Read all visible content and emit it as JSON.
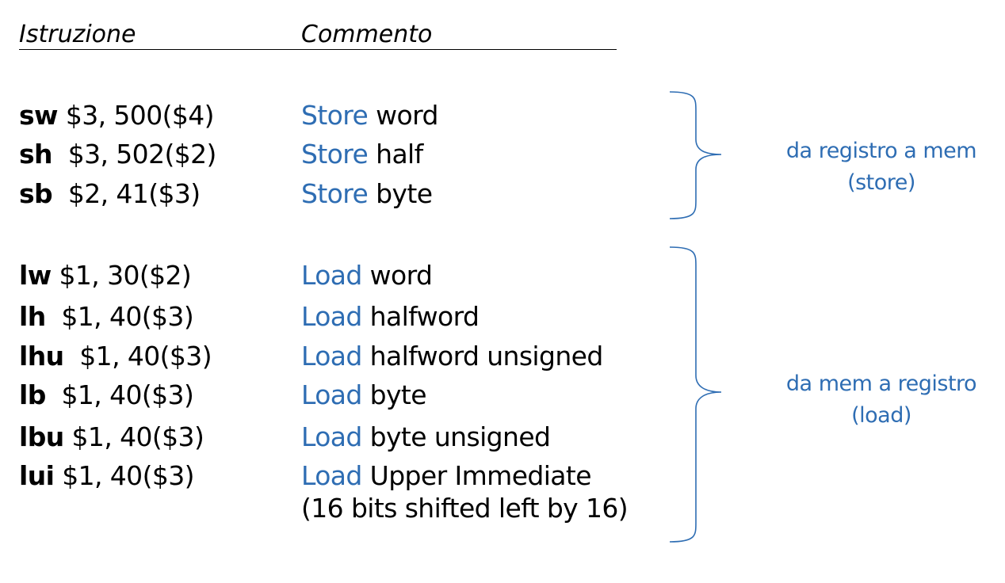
{
  "header": {
    "instruction_label": "Istruzione",
    "comment_label": "Commento"
  },
  "store_group": {
    "rows": [
      {
        "op": "sw",
        "args": " $3, 500($4)",
        "keyword": "Store",
        "rest": " word"
      },
      {
        "op": "sh",
        "args": "  $3, 502($2)",
        "keyword": "Store",
        "rest": " half"
      },
      {
        "op": "sb",
        "args": "  $2, 41($3)",
        "keyword": "Store",
        "rest": " byte"
      }
    ],
    "note_line1": "da registro a mem",
    "note_line2": "(store)"
  },
  "load_group": {
    "rows": [
      {
        "op": "lw",
        "args": " $1, 30($2)",
        "keyword": "Load",
        "rest": " word"
      },
      {
        "op": "lh",
        "args": "  $1, 40($3)",
        "keyword": "Load",
        "rest": " halfword"
      },
      {
        "op": "lhu",
        "args": "  $1, 40($3)",
        "keyword": "Load",
        "rest": " halfword unsigned"
      },
      {
        "op": "lb",
        "args": "  $1, 40($3)",
        "keyword": "Load",
        "rest": " byte"
      },
      {
        "op": "lbu",
        "args": " $1, 40($3)",
        "keyword": "Load",
        "rest": " byte unsigned"
      },
      {
        "op": "lui",
        "args": " $1, 40($3)",
        "keyword": "Load",
        "rest": " Upper Immediate"
      }
    ],
    "lui_extra": "(16 bits shifted left by 16)",
    "note_line1": "da mem a registro",
    "note_line2": "(load)"
  },
  "colors": {
    "accent": "#2e6db3",
    "text": "#000000"
  }
}
